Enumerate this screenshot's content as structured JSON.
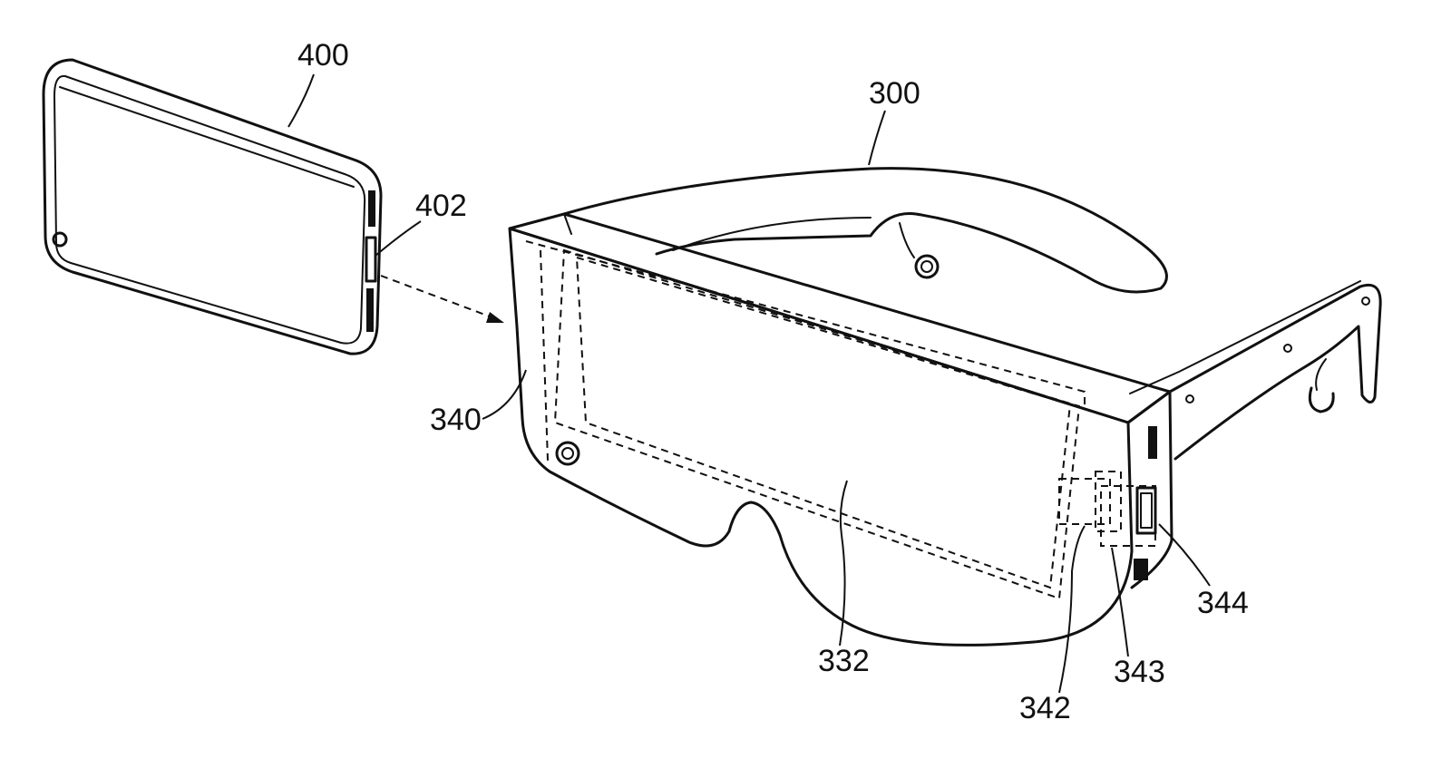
{
  "labels": {
    "phone": "400",
    "phone_connector": "402",
    "headset": "300",
    "housing": "340",
    "display_area": "332",
    "port_a": "342",
    "port_b": "343",
    "port_c": "344"
  }
}
